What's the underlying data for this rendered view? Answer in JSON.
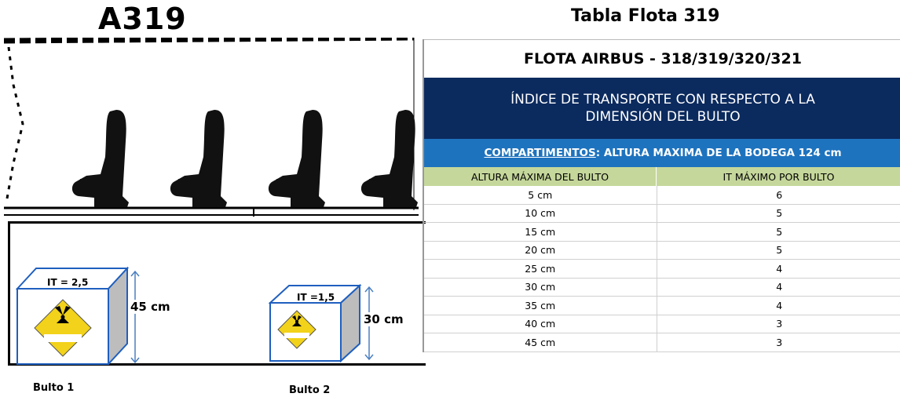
{
  "left_title": "A319",
  "right_title": "Tabla Flota 319",
  "bulto1": {
    "it_label": "IT = 2,5",
    "height_label": "45 cm",
    "name": "Bulto 1"
  },
  "bulto2": {
    "it_label": "IT =1,5",
    "height_label": "30 cm",
    "name": "Bulto 2"
  },
  "table": {
    "header1": "FLOTA AIRBUS - 318/319/320/321",
    "header2_line1": "ÍNDICE DE TRANSPORTE CON RESPECTO A LA",
    "header2_line2": "DIMENSIÓN DEL BULTO",
    "header3_link": "COMPARTIMENTOS",
    "header3_rest": ": ALTURA MAXIMA DE LA BODEGA 124  cm",
    "col1_header": "ALTURA  MÁXIMA DEL BULTO",
    "col2_header": "IT MÁXIMO POR BULTO",
    "rows": [
      {
        "altura": "5 cm",
        "it": "6"
      },
      {
        "altura": "10 cm",
        "it": "5"
      },
      {
        "altura": "15 cm",
        "it": "5"
      },
      {
        "altura": "20 cm",
        "it": "5"
      },
      {
        "altura": "25 cm",
        "it": "4"
      },
      {
        "altura": "30 cm",
        "it": "4"
      },
      {
        "altura": "35 cm",
        "it": "4"
      },
      {
        "altura": "40 cm",
        "it": "3"
      },
      {
        "altura": "45 cm",
        "it": "3"
      }
    ]
  },
  "colors": {
    "header_dark": "#0b2a5e",
    "header_blue": "#1e73be",
    "column_header": "#c5d79b",
    "radiation_label": "#f2d21a"
  }
}
